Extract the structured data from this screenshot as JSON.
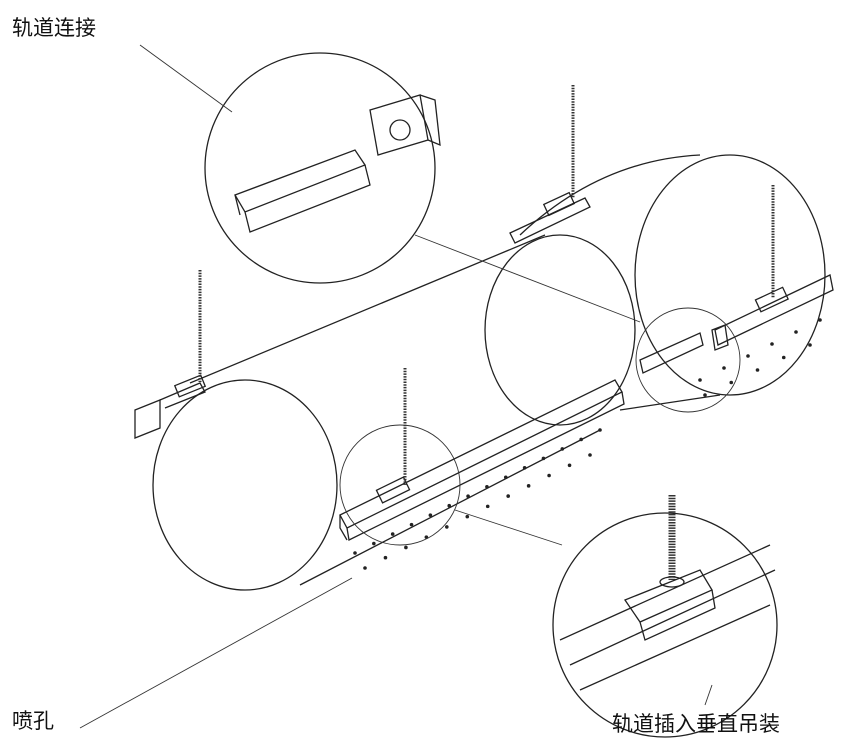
{
  "labels": {
    "rail_connection": "轨道连接",
    "nozzle_holes": "喷孔",
    "rail_insert_vertical_hanging": "轨道插入垂直吊装"
  },
  "colors": {
    "line": "#222222",
    "background": "#ffffff"
  }
}
